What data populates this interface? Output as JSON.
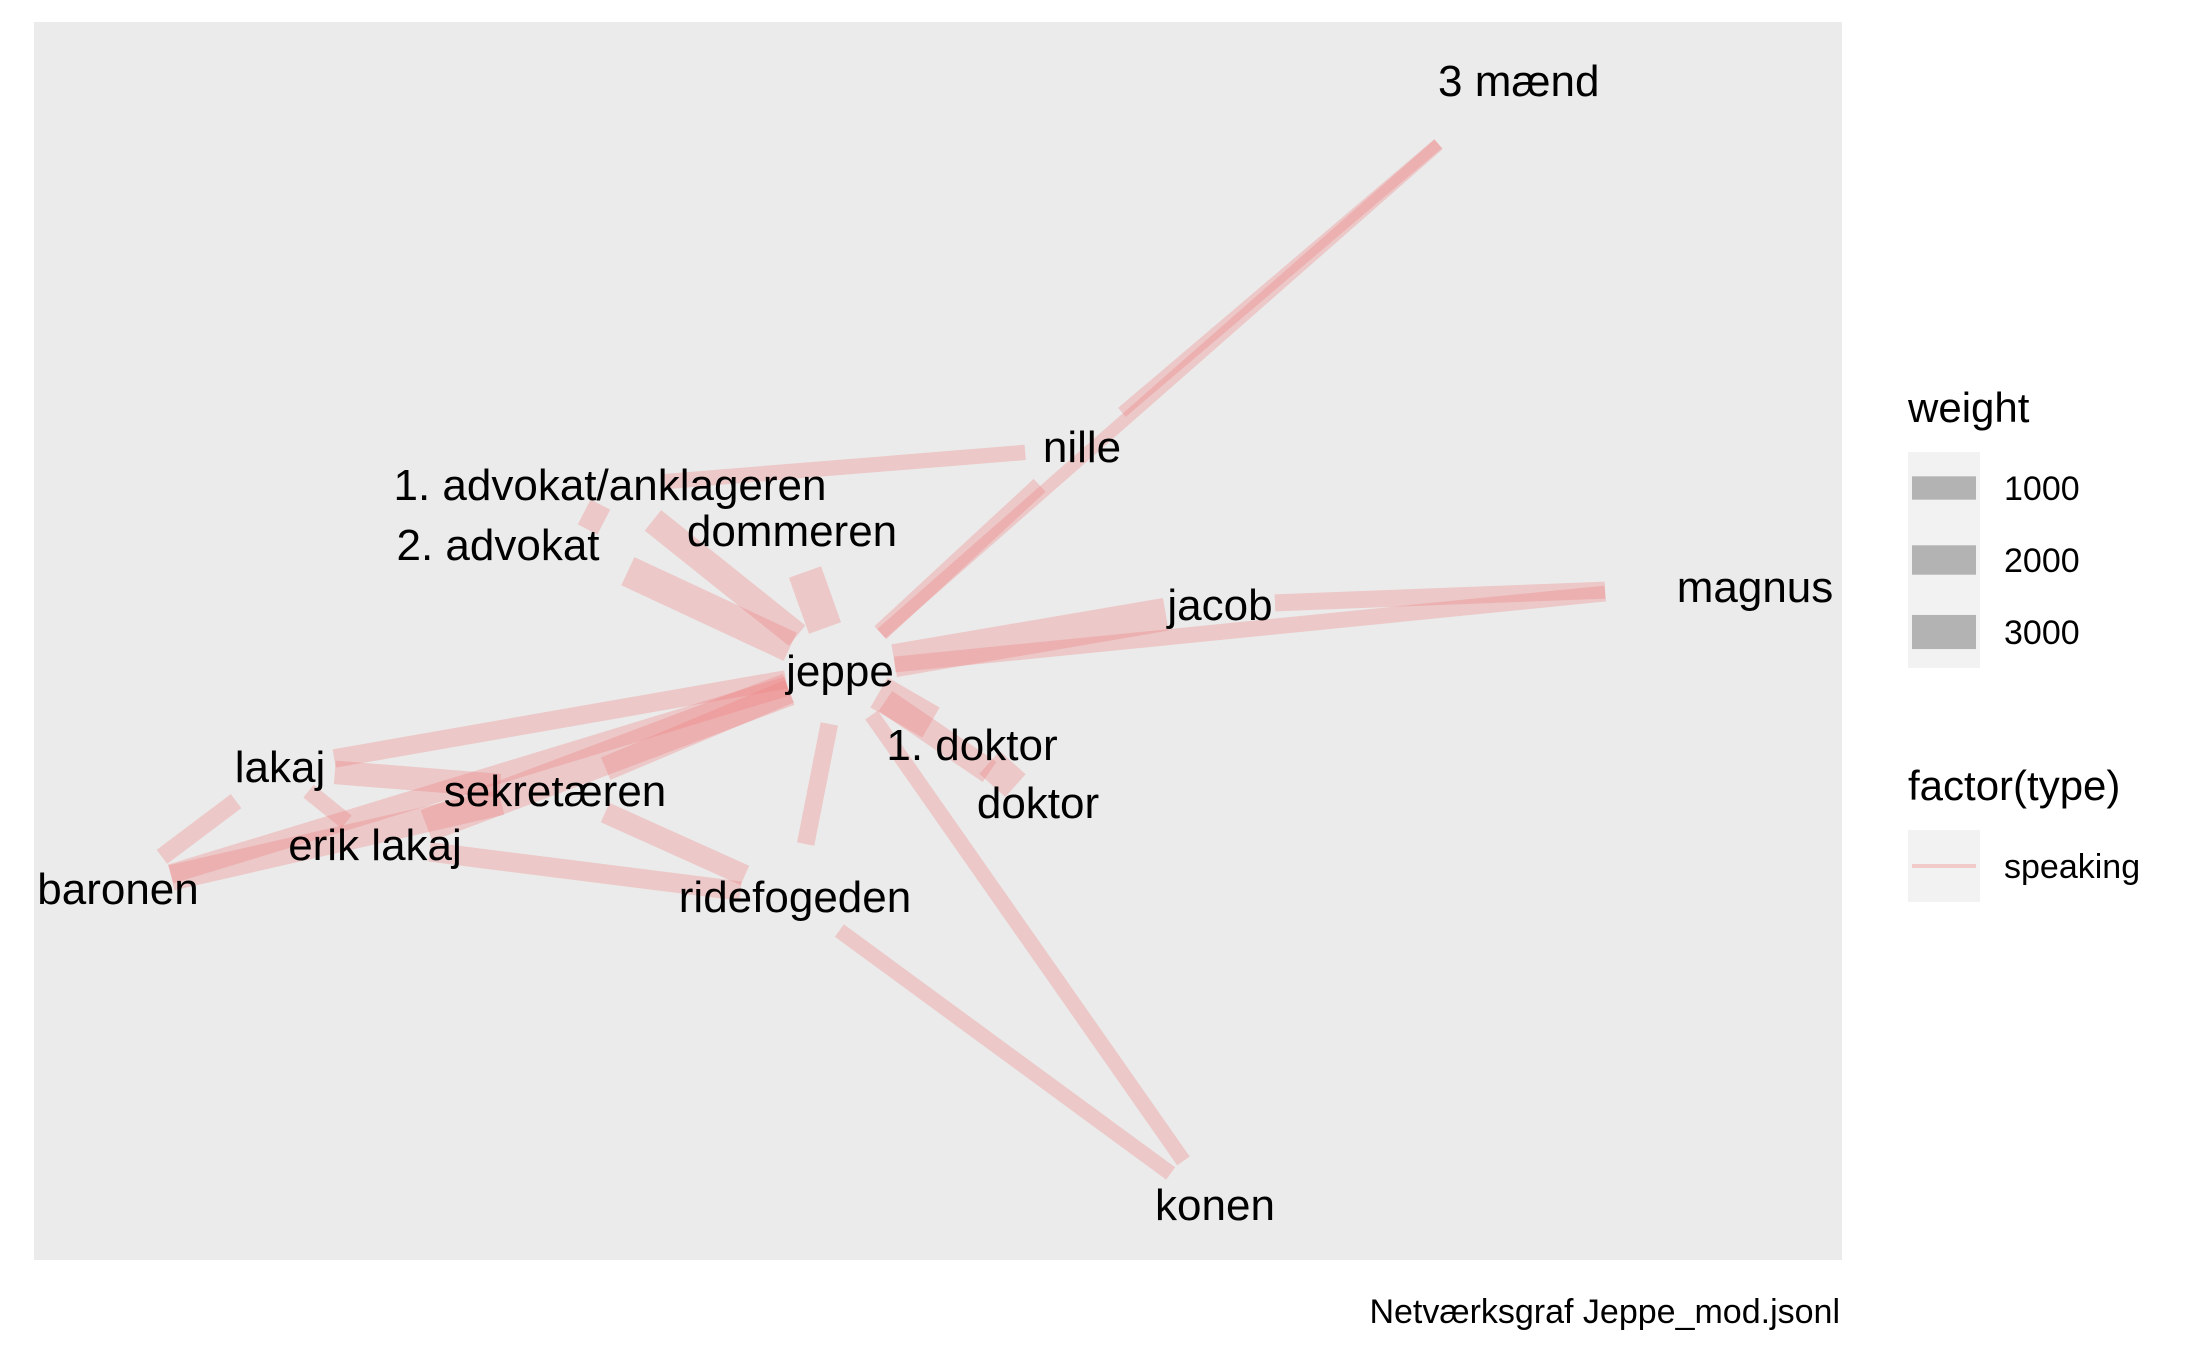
{
  "caption": "Netværksgraf Jeppe_mod.jsonl",
  "colors": {
    "panel_background": "#EBEBEB",
    "edge": "#F08080",
    "legend_key_background": "#F2F2F2",
    "legend_swatch": "#B3B3B3"
  },
  "nodes": [
    {
      "id": "jeppe",
      "label": "jeppe"
    },
    {
      "id": "nille",
      "label": "nille"
    },
    {
      "id": "3maend",
      "label": "3 mænd"
    },
    {
      "id": "adv1",
      "label": "1. advokat/anklageren"
    },
    {
      "id": "adv2",
      "label": "2. advokat"
    },
    {
      "id": "dommeren",
      "label": "dommeren"
    },
    {
      "id": "jacob",
      "label": "jacob"
    },
    {
      "id": "magnus",
      "label": "magnus"
    },
    {
      "id": "doktor1",
      "label": "1. doktor"
    },
    {
      "id": "doktor",
      "label": "doktor"
    },
    {
      "id": "lakaj",
      "label": "lakaj"
    },
    {
      "id": "sekretaeren",
      "label": "sekretæren"
    },
    {
      "id": "eriklakaj",
      "label": "erik lakaj"
    },
    {
      "id": "baronen",
      "label": "baronen"
    },
    {
      "id": "ridefogeden",
      "label": "ridefogeden"
    },
    {
      "id": "konen",
      "label": "konen"
    }
  ],
  "edges": [
    {
      "source": "jeppe",
      "target": "3maend",
      "weight": 300
    },
    {
      "source": "nille",
      "target": "3maend",
      "weight": 250
    },
    {
      "source": "jeppe",
      "target": "nille",
      "weight": 700
    },
    {
      "source": "adv1",
      "target": "nille",
      "weight": 500
    },
    {
      "source": "adv1",
      "target": "jeppe",
      "weight": 1800
    },
    {
      "source": "adv2",
      "target": "jeppe",
      "weight": 2600
    },
    {
      "source": "adv2",
      "target": "adv1",
      "weight": 1200
    },
    {
      "source": "dommeren",
      "target": "jeppe",
      "weight": 3200
    },
    {
      "source": "jeppe",
      "target": "jacob",
      "weight": 3000
    },
    {
      "source": "jeppe",
      "target": "magnus",
      "weight": 550
    },
    {
      "source": "jacob",
      "target": "magnus",
      "weight": 650
    },
    {
      "source": "jeppe",
      "target": "doktor1",
      "weight": 3300
    },
    {
      "source": "jeppe",
      "target": "doktor",
      "weight": 1500
    },
    {
      "source": "doktor1",
      "target": "doktor",
      "weight": 2500
    },
    {
      "source": "jeppe",
      "target": "lakaj",
      "weight": 800
    },
    {
      "source": "jeppe",
      "target": "sekretaeren",
      "weight": 1500
    },
    {
      "source": "jeppe",
      "target": "eriklakaj",
      "weight": 3000
    },
    {
      "source": "jeppe",
      "target": "baronen",
      "weight": 900
    },
    {
      "source": "jeppe",
      "target": "ridefogeden",
      "weight": 700
    },
    {
      "source": "jeppe",
      "target": "konen",
      "weight": 500
    },
    {
      "source": "lakaj",
      "target": "sekretaeren",
      "weight": 1400
    },
    {
      "source": "lakaj",
      "target": "baronen",
      "weight": 700
    },
    {
      "source": "lakaj",
      "target": "eriklakaj",
      "weight": 600
    },
    {
      "source": "sekretaeren",
      "target": "baronen",
      "weight": 1700
    },
    {
      "source": "sekretaeren",
      "target": "ridefogeden",
      "weight": 1100
    },
    {
      "source": "eriklakaj",
      "target": "ridefogeden",
      "weight": 900
    },
    {
      "source": "ridefogeden",
      "target": "konen",
      "weight": 500
    }
  ],
  "legend": {
    "weight": {
      "title": "weight",
      "entries": [
        {
          "label": "1000",
          "value": 1000
        },
        {
          "label": "2000",
          "value": 2000
        },
        {
          "label": "3000",
          "value": 3000
        }
      ]
    },
    "type": {
      "title": "factor(type)",
      "entries": [
        {
          "label": "speaking"
        }
      ]
    }
  }
}
